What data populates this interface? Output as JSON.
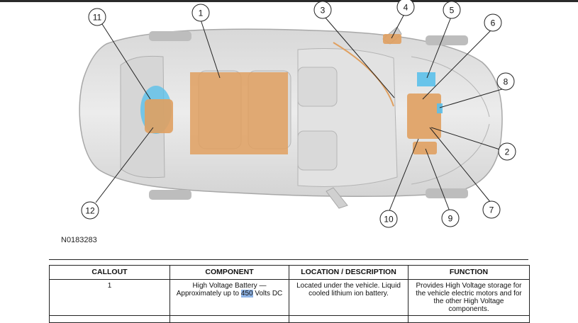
{
  "figure_id": "N0183283",
  "callouts": [
    {
      "num": "1"
    },
    {
      "num": "2"
    },
    {
      "num": "3"
    },
    {
      "num": "4"
    },
    {
      "num": "5"
    },
    {
      "num": "6"
    },
    {
      "num": "7"
    },
    {
      "num": "8"
    },
    {
      "num": "9"
    },
    {
      "num": "10"
    },
    {
      "num": "11"
    },
    {
      "num": "12"
    }
  ],
  "table": {
    "headers": [
      "CALLOUT",
      "COMPONENT",
      "LOCATION / DESCRIPTION",
      "FUNCTION"
    ],
    "rows": [
      {
        "callout": "1",
        "component_before": "High Voltage Battery — Approximately up to ",
        "component_highlight": "450",
        "component_after": " Volts DC",
        "location": "Located under the vehicle. Liquid cooled lithium ion battery.",
        "function": "Provides High Voltage storage for the vehicle electric motors and for the other High Voltage components."
      }
    ]
  },
  "colors": {
    "component_orange": "#e0a060",
    "component_blue": "#5bc0ea",
    "body_gray": "#c9c9c9",
    "highlight": "#8fb4e6"
  }
}
